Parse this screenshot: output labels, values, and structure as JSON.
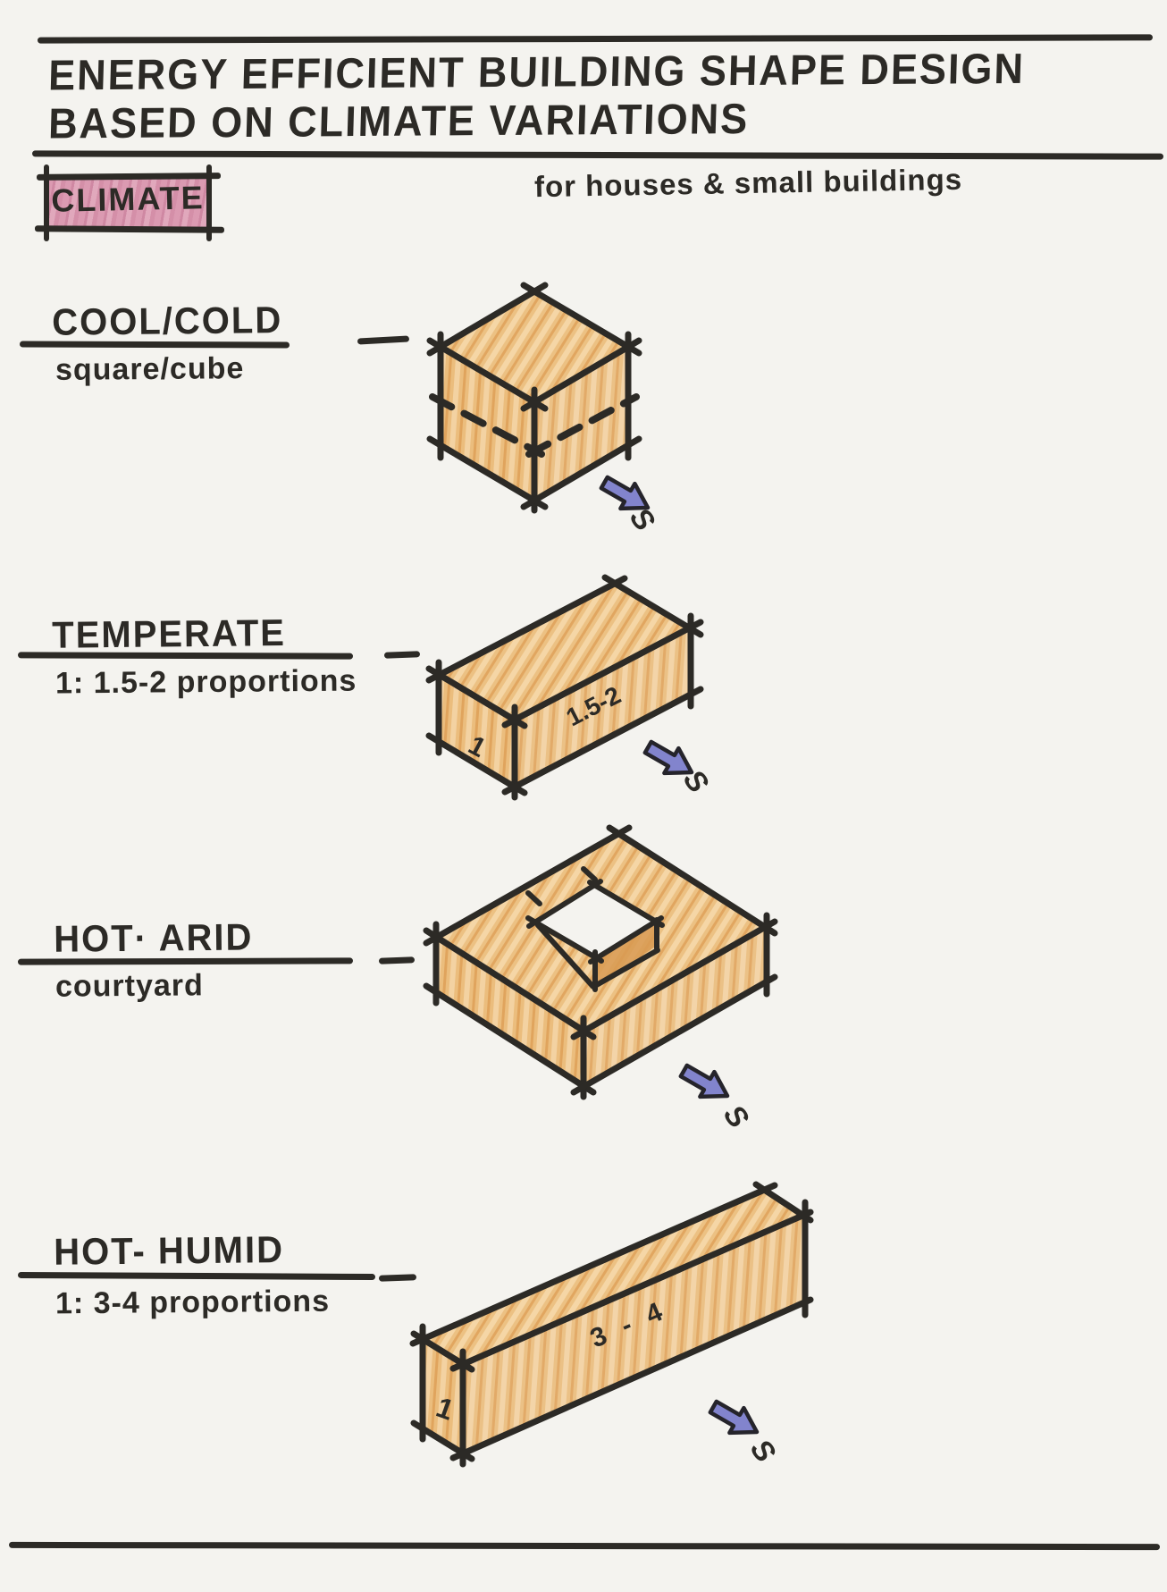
{
  "header": {
    "title_line1": "ENERGY EFFICIENT BUILDING SHAPE DESIGN",
    "title_line2": "BASED ON CLIMATE VARIATIONS",
    "audience_note": "for houses & small buildings",
    "legend_label": "CLIMATE"
  },
  "colors": {
    "paper": "#f4f3ef",
    "ink": "#2c2a26",
    "building_fill": "#eaba77",
    "climate_highlight": "#d186a2",
    "south_arrow": "#8284cd"
  },
  "sections": [
    {
      "climate": "COOL/COLD",
      "strategy": "square/cube",
      "drawing": "isometric cube with dashed mid-height line",
      "south_label": "S",
      "dim_labels": []
    },
    {
      "climate": "TEMPERATE",
      "strategy": "1: 1.5-2 proportions",
      "drawing": "isometric rectangular box",
      "south_label": "S",
      "dim_labels": [
        "1",
        "1.5-2"
      ]
    },
    {
      "climate": "HOT· ARID",
      "strategy": "courtyard",
      "drawing": "isometric flat box with central courtyard opening",
      "south_label": "S",
      "dim_labels": []
    },
    {
      "climate": "HOT- HUMID",
      "strategy": "1: 3-4 proportions",
      "drawing": "isometric long thin box",
      "south_label": "S",
      "dim_labels": [
        "1",
        "3 - 4"
      ]
    }
  ]
}
